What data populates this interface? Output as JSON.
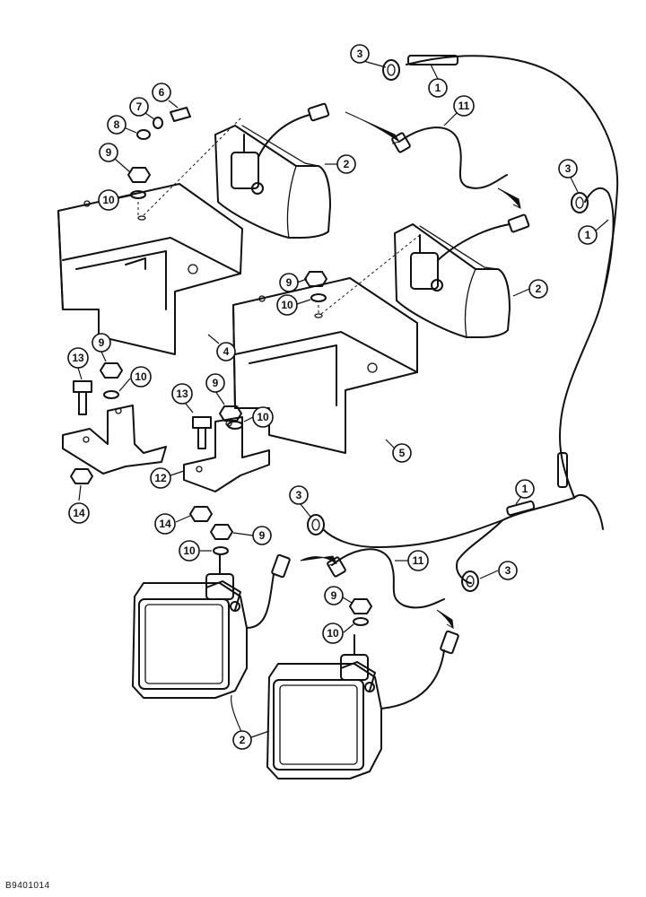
{
  "figure_code": "B9401014",
  "callouts": [
    {
      "label": "1"
    },
    {
      "label": "1"
    },
    {
      "label": "1"
    },
    {
      "label": "2"
    },
    {
      "label": "2"
    },
    {
      "label": "2"
    },
    {
      "label": "3"
    },
    {
      "label": "3"
    },
    {
      "label": "3"
    },
    {
      "label": "3"
    },
    {
      "label": "4"
    },
    {
      "label": "5"
    },
    {
      "label": "6"
    },
    {
      "label": "7"
    },
    {
      "label": "8"
    },
    {
      "label": "9"
    },
    {
      "label": "9"
    },
    {
      "label": "9"
    },
    {
      "label": "9"
    },
    {
      "label": "9"
    },
    {
      "label": "9"
    },
    {
      "label": "10"
    },
    {
      "label": "10"
    },
    {
      "label": "10"
    },
    {
      "label": "10"
    },
    {
      "label": "10"
    },
    {
      "label": "10"
    },
    {
      "label": "11"
    },
    {
      "label": "11"
    },
    {
      "label": "12"
    },
    {
      "label": "13"
    },
    {
      "label": "13"
    },
    {
      "label": "14"
    },
    {
      "label": "14"
    }
  ]
}
